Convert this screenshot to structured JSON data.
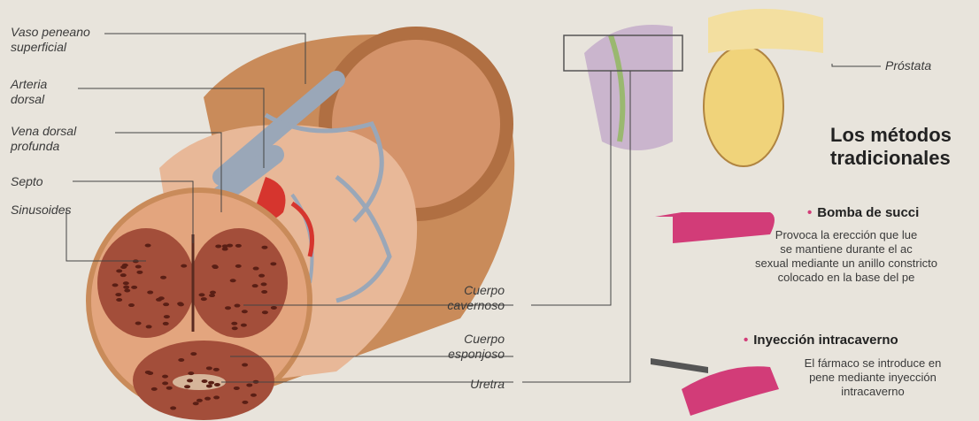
{
  "labels": {
    "vaso_peneano": "Vaso peneano\nsuperficial",
    "arteria_dorsal": "Arteria\ndorsal",
    "vena_dorsal": "Vena dorsal\nprofunda",
    "septo": "Septo",
    "sinusoides": "Sinusoides",
    "cuerpo_cavernoso": "Cuerpo\ncavernoso",
    "cuerpo_esponjoso": "Cuerpo\nesponjoso",
    "uretra": "Uretra",
    "prostata": "Próstata"
  },
  "methods_heading": "Los métodos\ntradicionales",
  "methods": [
    {
      "title": "Bomba de succi",
      "description": "Provoca la erección que lue\nse mantiene durante el ac\nsexual mediante un anillo constricto\ncolocado en la base del pe"
    },
    {
      "title": "Inyección intracaverno",
      "description": "El fármaco se introduce en\npene mediante inyección\nintracaverno"
    }
  ],
  "colors": {
    "skin": "#c98b5a",
    "tissue": "#e8b898",
    "cavernous": "#a34e3a",
    "vessel": "#9aa7b8",
    "artery": "#d6352e",
    "prostate": "#f0d37a",
    "accent_pink": "#d23c78"
  }
}
